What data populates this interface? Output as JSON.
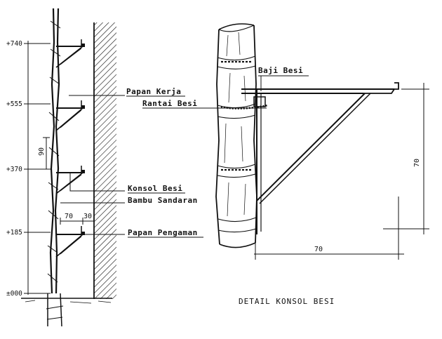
{
  "labels": {
    "papan_kerja": "Papan Kerja",
    "rantai_besi": "Rantai Besi",
    "baji_besi": "Baji Besi",
    "konsol_besi": "Konsol Besi",
    "bambu_sandaran": "Bambu Sandaran",
    "papan_pengaman": "Papan Pengaman",
    "detail_title": "DETAIL KONSOL BESI"
  },
  "elevations": [
    "+740",
    "+555",
    "+370",
    "+185",
    "±000"
  ],
  "dimensions": {
    "spacing": "90",
    "width_70": "70",
    "width_30": "30",
    "detail_height": "70",
    "detail_width": "70"
  }
}
